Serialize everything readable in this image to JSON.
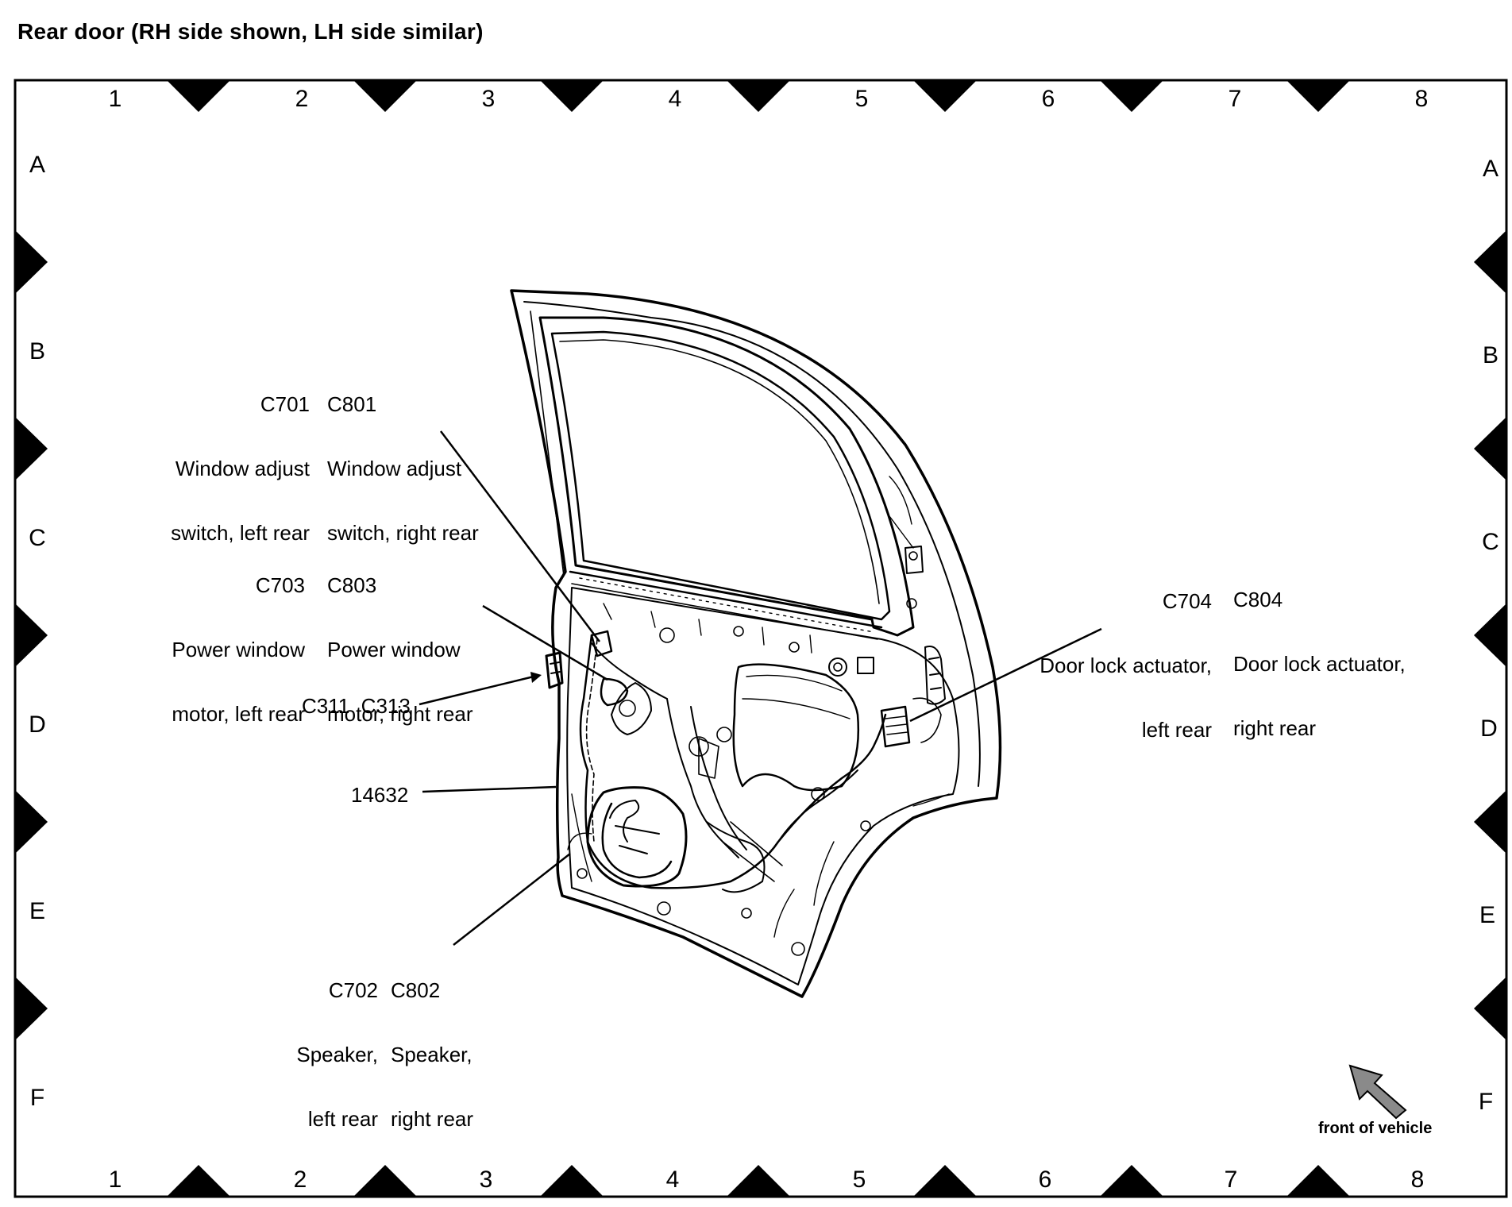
{
  "title": "Rear door (RH side shown, LH side similar)",
  "grid": {
    "columns": [
      "1",
      "2",
      "3",
      "4",
      "5",
      "6",
      "7",
      "8"
    ],
    "rows": [
      "A",
      "B",
      "C",
      "D",
      "E",
      "F"
    ]
  },
  "callouts": {
    "c701": {
      "code": "C701",
      "line1": "Window adjust",
      "line2": "switch, left rear"
    },
    "c801": {
      "code": "C801",
      "line1": "Window adjust",
      "line2": "switch, right rear"
    },
    "c703": {
      "code": "C703",
      "line1": "Power window",
      "line2": "motor, left rear"
    },
    "c803": {
      "code": "C803",
      "line1": "Power window",
      "line2": "motor, right rear"
    },
    "c704": {
      "code": "C704",
      "line1": "Door lock actuator,",
      "line2": "left rear"
    },
    "c804": {
      "code": "C804",
      "line1": "Door lock actuator,",
      "line2": "right rear"
    },
    "c311_c313": "C311  C313",
    "harness": "14632",
    "c702": {
      "code": "C702",
      "line1": "Speaker,",
      "line2": "left rear"
    },
    "c802": {
      "code": "C802",
      "line1": "Speaker,",
      "line2": "right rear"
    }
  },
  "front_of_vehicle": "front of vehicle"
}
